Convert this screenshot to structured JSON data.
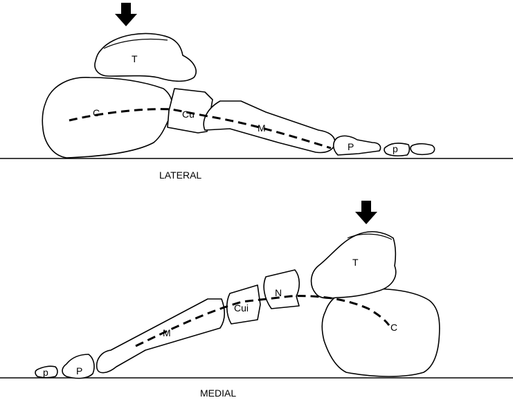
{
  "lateral": {
    "caption": "LATERAL",
    "labels": {
      "talus": "T",
      "calcaneus": "C",
      "cuboid": "Cu",
      "metatarsal": "M",
      "phalanx": "P",
      "distal_phalanx": "p"
    }
  },
  "medial": {
    "caption": "MEDIAL",
    "labels": {
      "talus": "T",
      "navicular": "N",
      "cuneiform": "Cui",
      "metatarsal": "M",
      "calcaneus": "C",
      "phalanx": "P",
      "distal_phalanx": "p"
    }
  },
  "colors": {
    "ink": "#000000",
    "background": "#ffffff"
  }
}
